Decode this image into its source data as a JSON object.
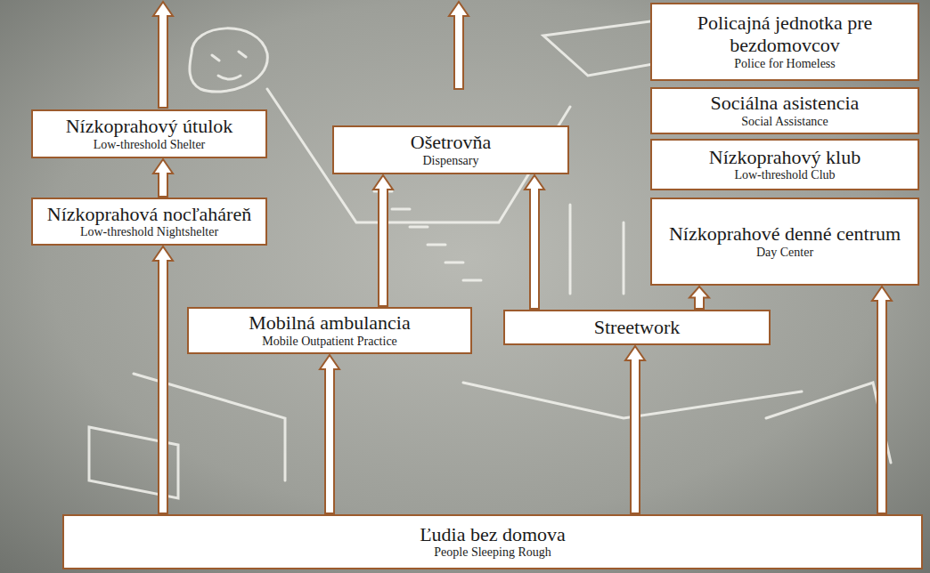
{
  "diagram": {
    "nodes": [
      {
        "text": [
          "Policajná jednotka pre bezdomovcov",
          "Police for Homeless"
        ]
      },
      {
        "text": [
          "Nízkoprahový útulok",
          "Low-threshold Shelter"
        ]
      },
      {
        "text": [
          "Sociálna asistencia",
          "Social Assistance"
        ]
      },
      {
        "text": [
          "Ošetrovňa",
          "Dispensary"
        ]
      },
      {
        "text": [
          "Nízkoprahový klub",
          "Low-threshold Club"
        ]
      },
      {
        "text": [
          "Nízkoprahová nocľaháreň",
          "Low-threshold Nightshelter"
        ]
      },
      {
        "text": [
          "Nízkoprahové denné centrum",
          "Day Center"
        ]
      },
      {
        "text": [
          "Mobilná ambulancia",
          "Mobile Outpatient Practice"
        ]
      },
      {
        "text": [
          "Streetwork"
        ]
      },
      {
        "text": [
          "Ľudia bez domova",
          "People Sleeping Rough"
        ]
      }
    ],
    "edges": [
      {
        "from": 9,
        "to": 5,
        "arrow": "to"
      },
      {
        "from": 5,
        "to": 1,
        "arrow": "to"
      },
      {
        "from": 9,
        "to": 7,
        "arrow": "to"
      },
      {
        "from": 7,
        "to": 3,
        "arrow": "to"
      },
      {
        "from": 9,
        "to": 8,
        "arrow": "to"
      },
      {
        "from": 8,
        "to": 3,
        "arrow": "to"
      },
      {
        "from": 8,
        "to": 6,
        "arrow": "to"
      },
      {
        "from": 9,
        "to": 6,
        "arrow": "to"
      }
    ]
  }
}
